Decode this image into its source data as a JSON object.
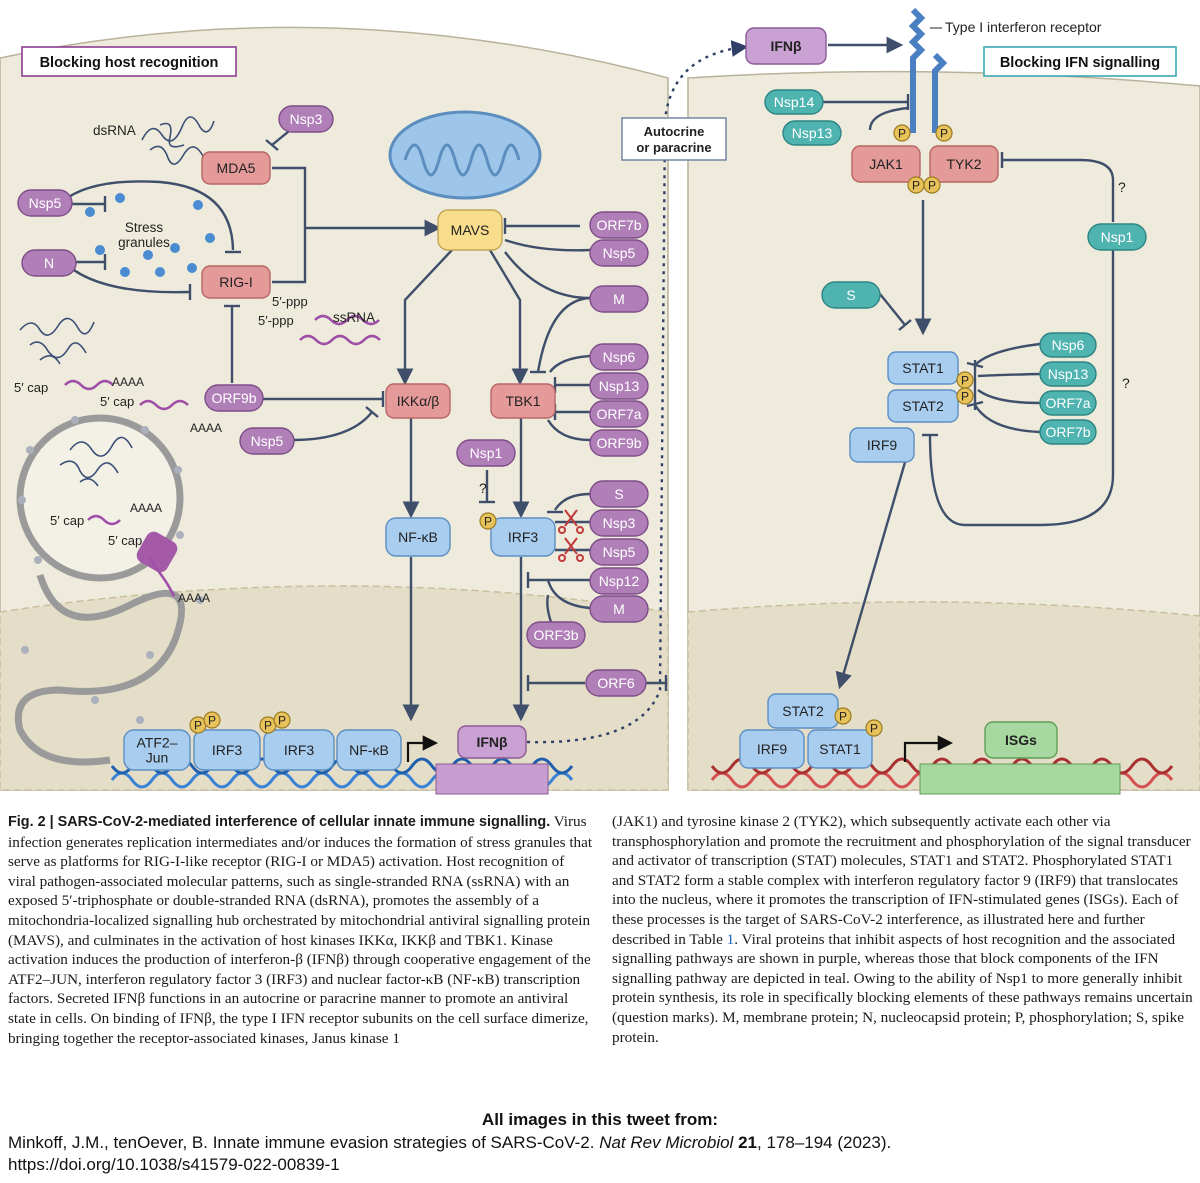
{
  "panels": {
    "left_title": "Blocking host recognition",
    "right_title": "Blocking IFN signalling"
  },
  "labels": {
    "receptor": "Type I interferon receptor",
    "autocrine": [
      "Autocrine",
      "or paracrine"
    ],
    "dsrna": "dsRNA",
    "ssrna": "ssRNA",
    "ppp": "5′-ppp",
    "stress_granules": [
      "Stress",
      "granules"
    ],
    "cap": "5′ cap",
    "polya": "AAAA",
    "question": "?",
    "phospho": "P"
  },
  "host_proteins": {
    "mda5": "MDA5",
    "rigi": "RIG-I",
    "mavs": "MAVS",
    "ikk": "IKKα/β",
    "tbk1": "TBK1",
    "jak1": "JAK1",
    "tyk2": "TYK2"
  },
  "transcription": {
    "nfkb": "NF-κB",
    "irf3": "IRF3",
    "atf2": [
      "ATF2–",
      "Jun"
    ],
    "stat1": "STAT1",
    "stat2": "STAT2",
    "irf9": "IRF9"
  },
  "products": {
    "ifnb": "IFNβ",
    "isgs": "ISGs"
  },
  "viral_purple": {
    "nsp3": "Nsp3",
    "nsp5": "Nsp5",
    "n": "N",
    "orf9b": "ORF9b",
    "orf7b": "ORF7b",
    "m": "M",
    "nsp6": "Nsp6",
    "nsp13": "Nsp13",
    "orf7a": "ORF7a",
    "nsp1": "Nsp1",
    "s": "S",
    "nsp12": "Nsp12",
    "orf3b": "ORF3b",
    "orf6": "ORF6"
  },
  "viral_teal": {
    "nsp14": "Nsp14",
    "nsp13": "Nsp13",
    "nsp1": "Nsp1",
    "s": "S",
    "nsp6": "Nsp6",
    "orf7a": "ORF7a",
    "orf7b": "ORF7b"
  },
  "colors": {
    "purple": "#b07fb8",
    "teal": "#4fb3b0",
    "host_red": "#e59a9a",
    "mavs_yellow": "#f7dd8c",
    "tf_blue": "#a9cdef",
    "cytoplasm": "#efebdc",
    "nucleus": "#e4ddc7",
    "phospho_gold": "#e8c25a"
  },
  "caption": {
    "fig_label": "Fig. 2 | ",
    "fig_title": "SARS-CoV-2-mediated interference of cellular innate immune signalling.",
    "left_text": " Virus infection generates replication intermediates and/or induces the formation of stress granules that serve as platforms for RIG-I-like receptor (RIG-I or MDA5) activation. Host recognition of viral pathogen-associated molecular patterns, such as single-stranded RNA (ssRNA) with an exposed 5′-triphosphate or double-stranded RNA (dsRNA), promotes the assembly of a mitochondria-localized signalling hub orchestrated by mitochondrial antiviral signalling protein (MAVS), and culminates in the activation of host kinases IKKα, IKKβ and TBK1. Kinase activation induces the production of interferon-β (IFNβ) through cooperative engagement of the ATF2–JUN, interferon regulatory factor 3 (IRF3) and nuclear factor-κB (NF-κB) transcription factors. Secreted IFNβ functions in an autocrine or paracrine manner to promote an antiviral state in cells. On binding of IFNβ, the type I IFN receptor subunits on the cell surface dimerize, bringing together the receptor-associated kinases, Janus kinase 1",
    "right_text_a": "(JAK1) and tyrosine kinase 2 (TYK2), which subsequently activate each other via transphosphorylation and promote the recruitment and phosphorylation of the signal transducer and activator of transcription (STAT) molecules, STAT1 and STAT2. Phosphorylated STAT1 and STAT2 form a stable complex with interferon regulatory factor 9 (IRF9) that translocates into the nucleus, where it promotes the transcription of IFN-stimulated genes (ISGs). Each of these processes is the target of SARS-CoV-2 interference, as illustrated here and further described in Table ",
    "table_ref": "1",
    "right_text_b": ". Viral proteins that inhibit aspects of host recognition and the associated signalling pathways are shown in purple, whereas those that block components of the IFN signalling pathway are depicted in teal. Owing to the ability of Nsp1 to more generally inhibit protein synthesis, its role in specifically blocking elements of these pathways remains uncertain (question marks). M, membrane protein; N, nucleocapsid protein; P, phosphorylation; S, spike protein."
  },
  "footer": {
    "tweet_note": "All images in this tweet from:",
    "citation_a": "Minkoff, J.M., tenOever, B. Innate immune evasion strategies of SARS-CoV-2. ",
    "journal": "Nat Rev Microbiol",
    "volume": "21",
    "pages": ", 178–194 (2023).",
    "doi": "https://doi.org/10.1038/s41579-022-00839-1"
  }
}
